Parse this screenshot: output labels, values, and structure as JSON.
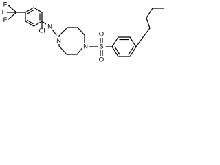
{
  "molecule": {
    "atoms": {
      "F_top": "F",
      "F_left": "F",
      "F_bottom": "F",
      "pyridine_N": "N",
      "chloro": "Cl",
      "diazepane_N1": "N",
      "diazepane_N4": "N",
      "sulfonyl_S": "S",
      "sulfonyl_O_top": "O",
      "sulfonyl_O_bottom": "O"
    }
  }
}
